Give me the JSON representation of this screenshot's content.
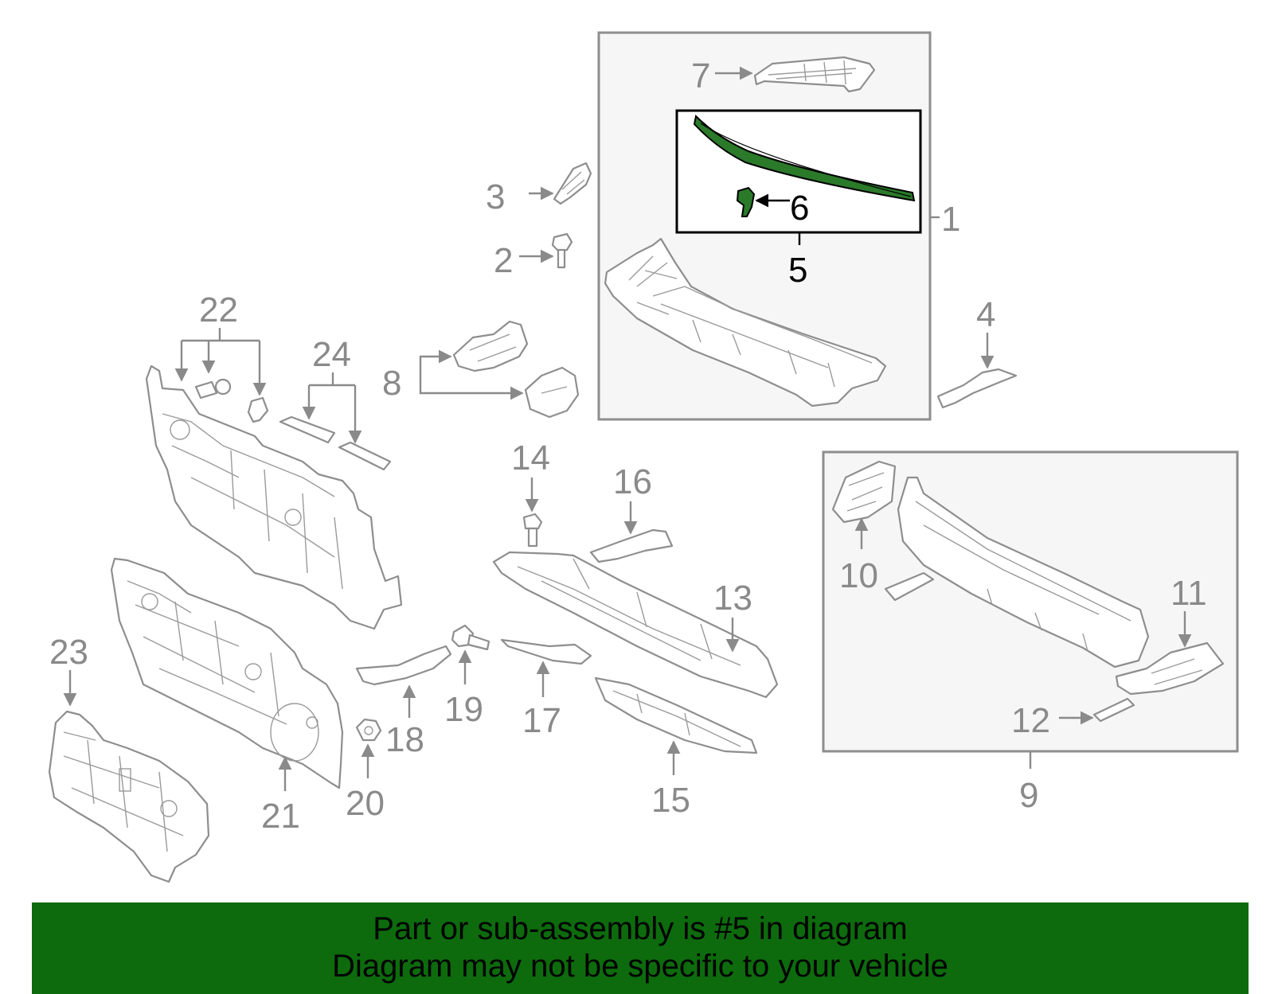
{
  "callouts": {
    "c1": "1",
    "c2": "2",
    "c3": "3",
    "c4": "4",
    "c5": "5",
    "c6": "6",
    "c7": "7",
    "c8": "8",
    "c9": "9",
    "c10": "10",
    "c11": "11",
    "c12": "12",
    "c13": "13",
    "c14": "14",
    "c15": "15",
    "c16": "16",
    "c17": "17",
    "c18": "18",
    "c19": "19",
    "c20": "20",
    "c21": "21",
    "c22": "22",
    "c23": "23",
    "c24": "24"
  },
  "highlight": {
    "part": "5",
    "color": "#0d6b0d"
  },
  "banner": {
    "line1": "Part or sub-assembly is #5 in diagram",
    "line2": "Diagram may not be specific to your vehicle",
    "background": "#0d6b0d"
  }
}
